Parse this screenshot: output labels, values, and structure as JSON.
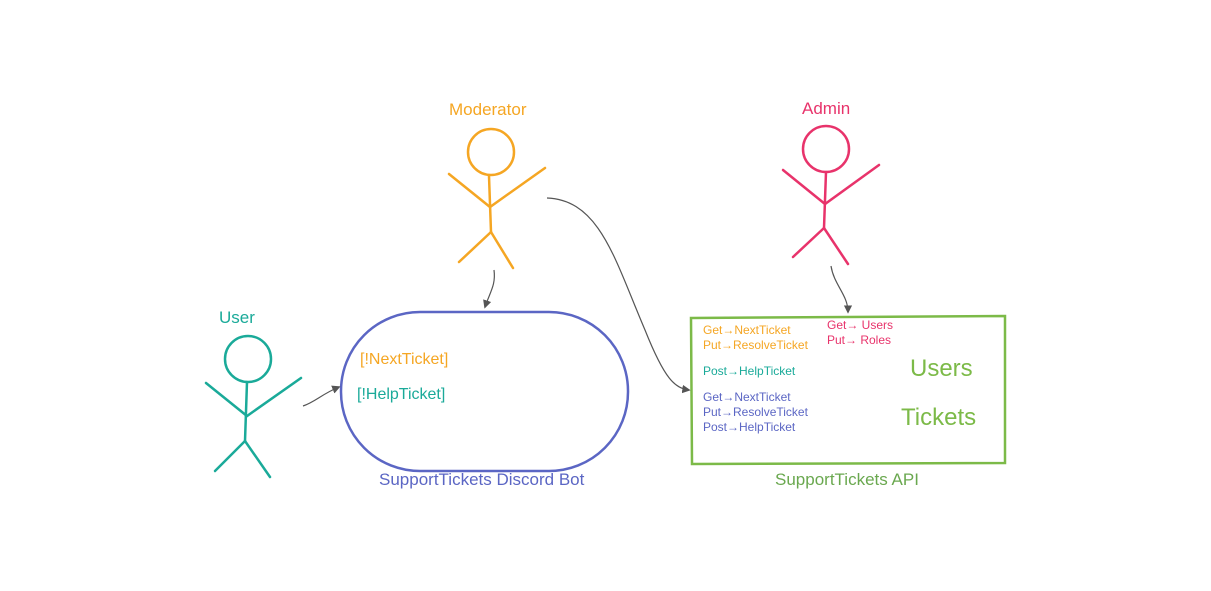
{
  "actors": {
    "moderator": {
      "label": "Moderator",
      "color": "#f5a623"
    },
    "admin": {
      "label": "Admin",
      "color": "#e8336b"
    },
    "user": {
      "label": "User",
      "color": "#1aaa99"
    }
  },
  "bot": {
    "label": "SupportTickets Discord Bot",
    "color": "#5b66c4",
    "commands": [
      {
        "text": "[!NextTicket]",
        "color": "#f5a623"
      },
      {
        "text": "[!HelpTicket]",
        "color": "#1aaa99"
      }
    ]
  },
  "api": {
    "label": "SupportTickets API",
    "color": "#7cba48",
    "moderator_endpoints": [
      "Get→NextTicket",
      "Put→ResolveTicket"
    ],
    "admin_endpoints": [
      "Get→ Users",
      "Put→ Roles"
    ],
    "user_endpoints": [
      "Post→HelpTicket"
    ],
    "bot_endpoints": [
      "Get→NextTicket",
      "Put→ResolveTicket",
      "Post→HelpTicket"
    ],
    "resources": [
      "Users",
      "Tickets"
    ]
  },
  "edge_color": "#555555"
}
